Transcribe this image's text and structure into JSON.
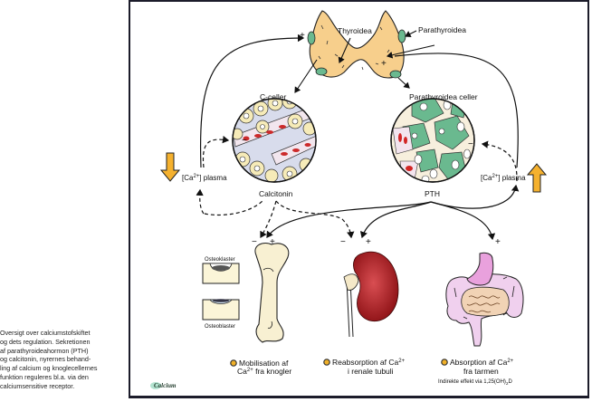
{
  "caption": {
    "lines": [
      "Oversigt over calciumstofskiftet",
      "og dets regulation. Sekretionen",
      "af parathyroideahormon (PTH)",
      "og calcitonin, nyrernes behand-",
      "ling af calcium og knoglecellernes",
      "funktion reguleres bl.a. via den",
      "calciumsensitive receptor."
    ]
  },
  "diagram": {
    "labels": {
      "thyroidea": "Thyroidea",
      "parathyroidea": "Parathyroidea",
      "c_celler": "C-celler",
      "parathyroidea_celler": "Parathyroidea celler",
      "calcitonin": "Calcitonin",
      "pth": "PTH",
      "ca_plasma_prefix": "[Ca",
      "ca_plasma_sup": "2+",
      "ca_plasma_suffix": "] plasma",
      "osteoklaster": "Osteoklaster",
      "osteoblaster": "Osteoblaster",
      "logo": "Calcium"
    },
    "signs": {
      "plus": "+",
      "minus": "−"
    },
    "left_arrow": {
      "direction": "down",
      "meaning": "decreased plasma calcium"
    },
    "right_arrow": {
      "direction": "up",
      "meaning": "increased plasma calcium"
    },
    "targets": [
      {
        "id": "bone",
        "line1": "Mobilisation af",
        "line2_pre": "Ca",
        "line2_sup": "2+",
        "line2_post": " fra knogler"
      },
      {
        "id": "kidney",
        "line1_pre": "Reabsorption af Ca",
        "line1_sup": "2+",
        "line2": "i renale tubuli"
      },
      {
        "id": "intestine",
        "line1_pre": "Absorption af Ca",
        "line1_sup": "2+",
        "line2": "fra tarmen",
        "note_pre": "Indirekte effekt via 1,25(OH)",
        "note_sub": "2",
        "note_post": "D"
      }
    ],
    "colors": {
      "thyroid": "#f7cf8c",
      "parathyroid": "#6ab98f",
      "arrow_orange": "#f5b12e",
      "kidney": "#a3181c",
      "stomach": "#e9a1dd",
      "intestine_outer": "#f0d0ee",
      "small_intestine": "#f1d3b5",
      "bone": "#f8f0d2",
      "bullet": "#f0b028"
    }
  }
}
